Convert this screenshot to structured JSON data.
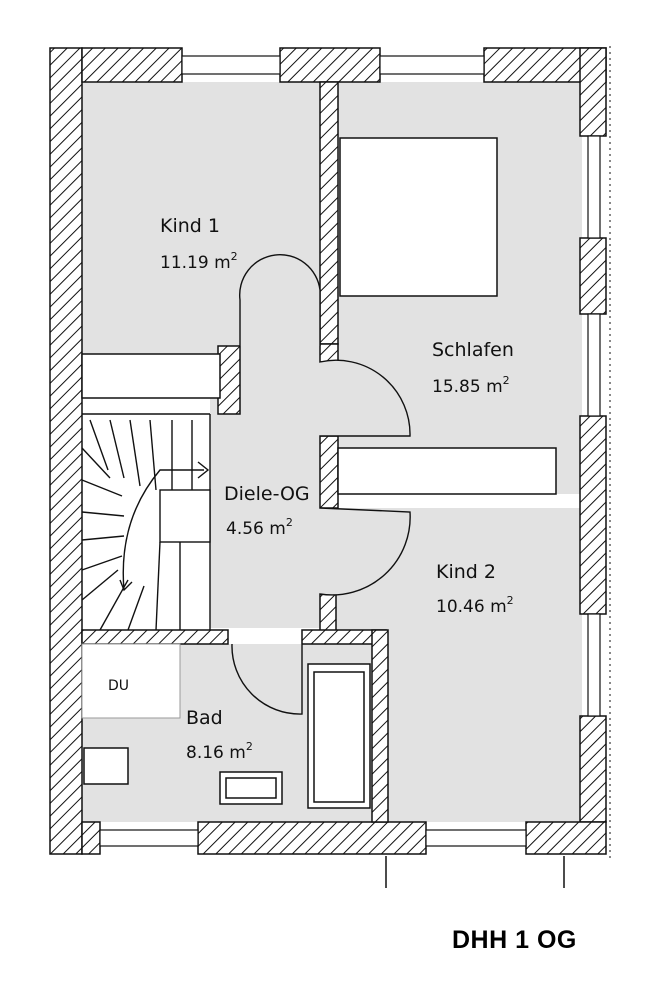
{
  "title": "DHH 1 OG",
  "rooms": {
    "kind1": {
      "name": "Kind 1",
      "area": "11.19 m",
      "unit_sup": "2"
    },
    "schlafen": {
      "name": "Schlafen",
      "area": "15.85 m",
      "unit_sup": "2"
    },
    "diele": {
      "name": "Diele-OG",
      "area": "4.56 m",
      "unit_sup": "2"
    },
    "kind2": {
      "name": "Kind 2",
      "area": "10.46 m",
      "unit_sup": "2"
    },
    "bad": {
      "name": "Bad",
      "area": "8.16 m",
      "unit_sup": "2"
    }
  },
  "fixtures": {
    "shower_label": "DU"
  },
  "colors": {
    "floor": "#e2e2e2",
    "wall_line": "#111111",
    "background": "#ffffff"
  }
}
